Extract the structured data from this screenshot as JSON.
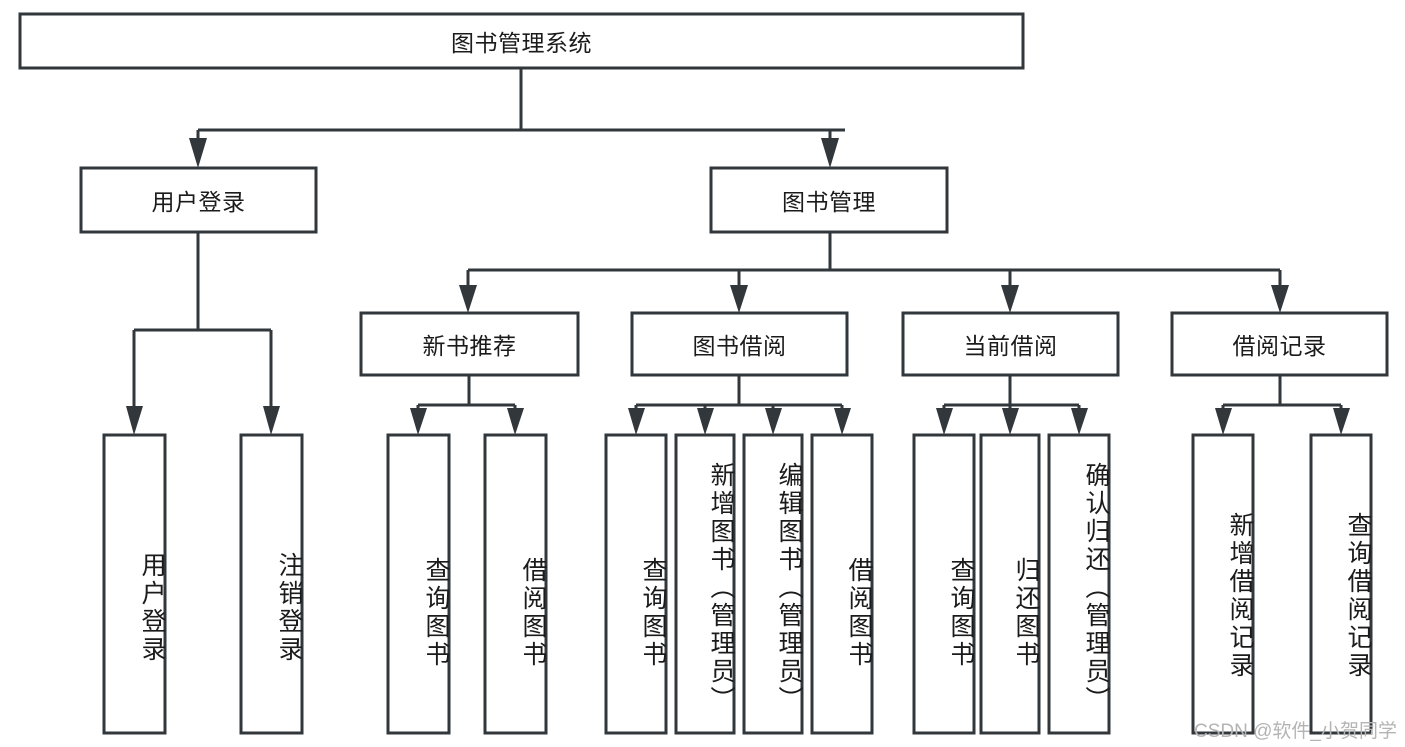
{
  "diagram": {
    "type": "tree",
    "title": "图书管理系统",
    "root": {
      "label": "图书管理系统"
    },
    "level2": [
      {
        "label": "用户登录"
      },
      {
        "label": "图书管理"
      }
    ],
    "level3": [
      {
        "label": "新书推荐"
      },
      {
        "label": "图书借阅"
      },
      {
        "label": "当前借阅"
      },
      {
        "label": "借阅记录"
      }
    ],
    "leaves": {
      "user_login": [
        {
          "label": "用户登录"
        },
        {
          "label": "注销登录"
        }
      ],
      "new_book_recommend": [
        {
          "label": "查询图书"
        },
        {
          "label": "借阅图书"
        }
      ],
      "book_borrow": [
        {
          "label": "查询图书"
        },
        {
          "label": "新增图书（管理员）"
        },
        {
          "label": "编辑图书（管理员）"
        },
        {
          "label": "借阅图书"
        }
      ],
      "current_borrow": [
        {
          "label": "查询图书"
        },
        {
          "label": "归还图书"
        },
        {
          "label": "确认归还（管理员）"
        }
      ],
      "borrow_record": [
        {
          "label": "新增借阅记录"
        },
        {
          "label": "查询借阅记录"
        }
      ]
    }
  },
  "watermark": {
    "text": "CSDN @软件_小贺同学"
  },
  "colors": {
    "stroke": "#32373b",
    "fill": "#ffffff",
    "text": "#1b1b1b",
    "watermark": "#b4b4b4"
  }
}
